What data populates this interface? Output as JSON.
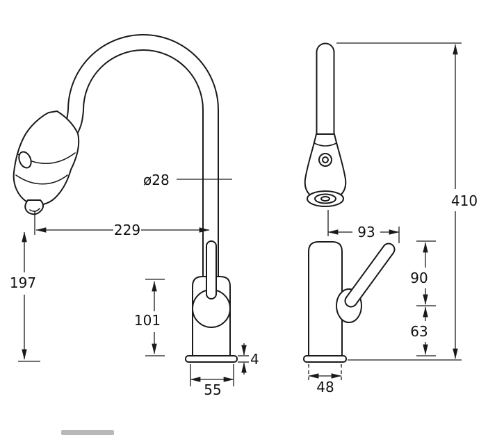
{
  "drawing": {
    "front": {
      "diameter": "ø28",
      "spout_reach": "229",
      "spout_height": "197",
      "body_height": "101",
      "base_width": "55",
      "base_thickness": "4"
    },
    "side": {
      "handle_reach": "93",
      "total_height": "410",
      "handle_top_to_pivot": "90",
      "pivot_to_base": "63",
      "base_depth": "48"
    },
    "colors": {
      "line": "#1a1a1a",
      "background": "#ffffff"
    }
  }
}
